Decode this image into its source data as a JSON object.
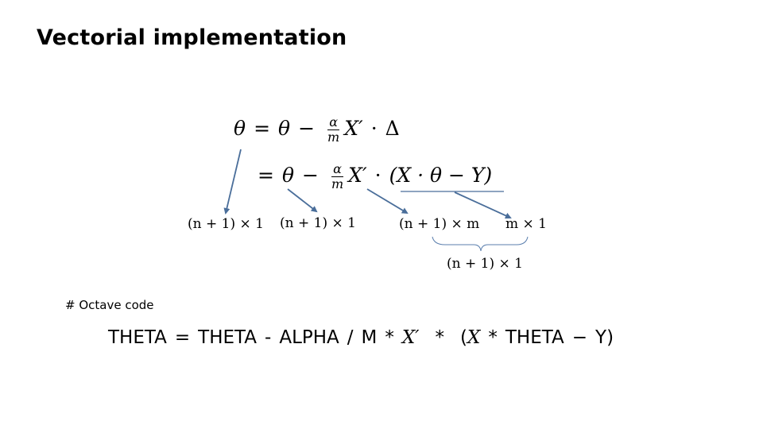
{
  "slide": {
    "title": "Vectorial implementation"
  },
  "equation": {
    "line1": {
      "theta_lhs": "θ",
      "equals": "=",
      "theta": "θ",
      "minus": "−",
      "frac_num": "α",
      "frac_den": "m",
      "xprime": "X′",
      "dot": "·",
      "delta": "Δ"
    },
    "line2": {
      "equals": "=",
      "theta": "θ",
      "minus": "−",
      "frac_num": "α",
      "frac_den": "m",
      "xprime": "X′",
      "dot": "·",
      "paren_expr": "(X · θ − Y)"
    }
  },
  "dimensions": {
    "theta_lhs": "(n + 1) × 1",
    "theta_rhs": "(n + 1) × 1",
    "xprime": "(n + 1) × m",
    "delta": "m × 1",
    "product": "(n + 1) × 1"
  },
  "code": {
    "comment": "# Octave code",
    "parts": [
      "THETA",
      "=",
      "THETA",
      "-",
      "ALPHA",
      "/",
      "M",
      "*",
      "X′",
      "*",
      "(X",
      "*",
      "THETA",
      "−",
      "Y)"
    ]
  },
  "colors": {
    "arrow": "#4a6e9a",
    "brace": "#5b7fae",
    "text": "#000000"
  }
}
